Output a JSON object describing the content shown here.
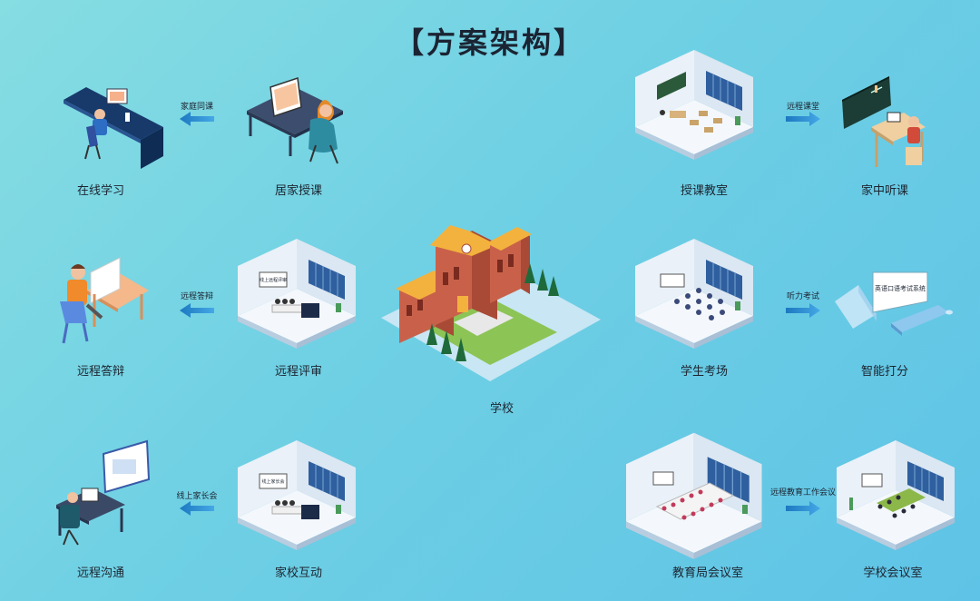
{
  "title": "【方案架构】",
  "center": {
    "label": "学校"
  },
  "nodes": {
    "online_study": "在线学习",
    "home_teaching": "居家授课",
    "teaching_classroom": "授课教室",
    "home_listening": "家中听课",
    "remote_defense": "远程答辩",
    "remote_review": "远程评审",
    "student_exam": "学生考场",
    "smart_scoring": "智能打分",
    "remote_communication": "远程沟通",
    "home_school": "家校互动",
    "edu_bureau_meeting": "教育局会议室",
    "school_meeting": "学校会议室"
  },
  "arrows": {
    "family_classroom": "家庭同课",
    "remote_class": "远程课堂",
    "remote_defense": "远程答辩",
    "listening_exam": "听力考试",
    "online_parent_meeting": "线上家长会",
    "remote_edu_meeting": "远程教育工作会议"
  },
  "screens": {
    "review": "线上远程评审",
    "home_school": "线上家长会",
    "scoring": "英语口语考试系统"
  },
  "colors": {
    "title": "#1b2433",
    "arrow": "#1f7fc4",
    "room_floor": "#f3f7fb",
    "room_wall": "#d8e6f2",
    "school_brick": "#c9614a",
    "school_roof": "#f3b23d"
  }
}
